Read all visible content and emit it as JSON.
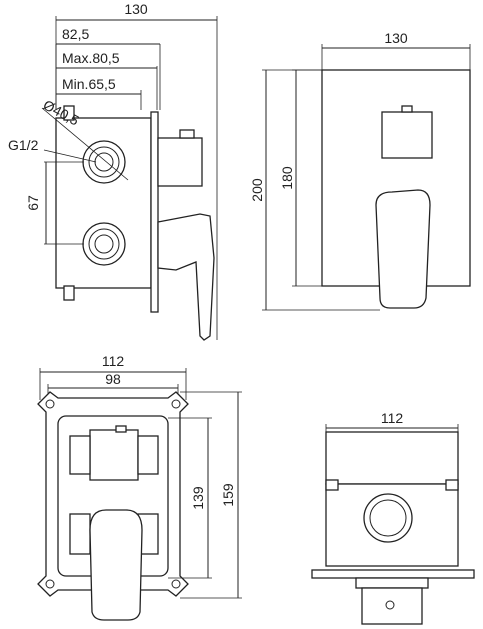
{
  "views": {
    "side": {
      "dims": {
        "total_width": "130",
        "depth_outer": "82,5",
        "depth_max": "Max.80,5",
        "depth_min": "Min.65,5",
        "diameter": "Ø40,5",
        "thread": "G1/2",
        "port_spacing": "67"
      }
    },
    "front": {
      "dims": {
        "width": "130",
        "height_total": "200",
        "height_plate": "180"
      }
    },
    "back": {
      "dims": {
        "width_outer": "112",
        "width_inner": "98",
        "height_inner": "139",
        "height_outer": "159"
      }
    },
    "top": {
      "dims": {
        "width": "112"
      }
    }
  }
}
